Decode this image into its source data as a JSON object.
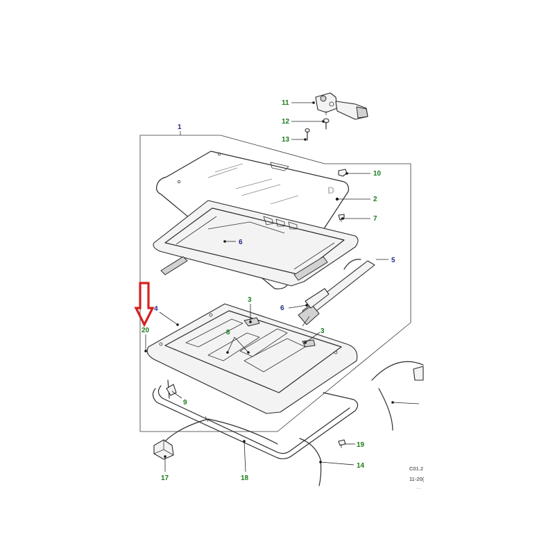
{
  "colors": {
    "callout_green": "#1a7a1a",
    "callout_blue": "#1f2a8a",
    "highlight_arrow": "#d62020"
  },
  "callouts": {
    "c1": "1",
    "c2": "2",
    "c3a": "3",
    "c3b": "3",
    "c4": "4",
    "c5": "5",
    "c6a": "6",
    "c6b": "6",
    "c7": "7",
    "c8": "8",
    "c9": "9",
    "c10": "10",
    "c11": "11",
    "c12": "12",
    "c13": "13",
    "c14": "14",
    "c17": "17",
    "c18": "18",
    "c19": "19",
    "c20": "20"
  },
  "glass_mark": "D",
  "reference": {
    "line1": "C01.2",
    "line2": "11-20("
  },
  "highlight_icon": "down-arrow-icon"
}
